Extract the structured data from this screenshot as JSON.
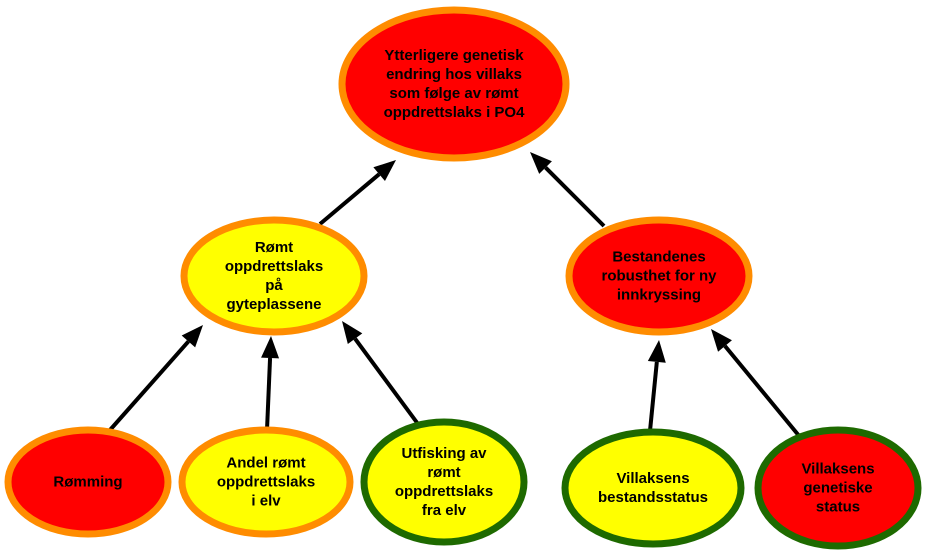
{
  "colors": {
    "red": "#ff0000",
    "yellow": "#ffff00",
    "orange": "#ff8c00",
    "green": "#1e6a00",
    "arrow": "#000000"
  },
  "nodes": {
    "top": {
      "lines": [
        "Ytterligere genetisk",
        "endring hos villaks",
        "som følge av rømt",
        "oppdrettslaks i PO4"
      ],
      "fill": "red",
      "border": "orange"
    },
    "left_mid": {
      "lines": [
        "Rømt",
        "oppdrettslaks",
        "på",
        "gyteplassene"
      ],
      "fill": "yellow",
      "border": "orange"
    },
    "right_mid": {
      "lines": [
        "Bestandenes",
        "robusthet for ny",
        "innkryssing"
      ],
      "fill": "red",
      "border": "orange"
    },
    "romming": {
      "lines": [
        "Rømming"
      ],
      "fill": "red",
      "border": "orange"
    },
    "andel": {
      "lines": [
        "Andel rømt",
        "oppdrettslaks",
        "i elv"
      ],
      "fill": "yellow",
      "border": "orange"
    },
    "utfisking": {
      "lines": [
        "Utfisking av",
        "rømt",
        "oppdrettslaks",
        "fra elv"
      ],
      "fill": "yellow",
      "border": "green"
    },
    "bestandsstatus": {
      "lines": [
        "Villaksens",
        "bestandsstatus"
      ],
      "fill": "yellow",
      "border": "green"
    },
    "genetisk_status": {
      "lines": [
        "Villaksens",
        "genetiske",
        "status"
      ],
      "fill": "red",
      "border": "green"
    }
  },
  "edges": [
    {
      "from": "left_mid",
      "to": "top"
    },
    {
      "from": "right_mid",
      "to": "top"
    },
    {
      "from": "romming",
      "to": "left_mid"
    },
    {
      "from": "andel",
      "to": "left_mid"
    },
    {
      "from": "utfisking",
      "to": "left_mid"
    },
    {
      "from": "bestandsstatus",
      "to": "right_mid"
    },
    {
      "from": "genetisk_status",
      "to": "right_mid"
    }
  ]
}
